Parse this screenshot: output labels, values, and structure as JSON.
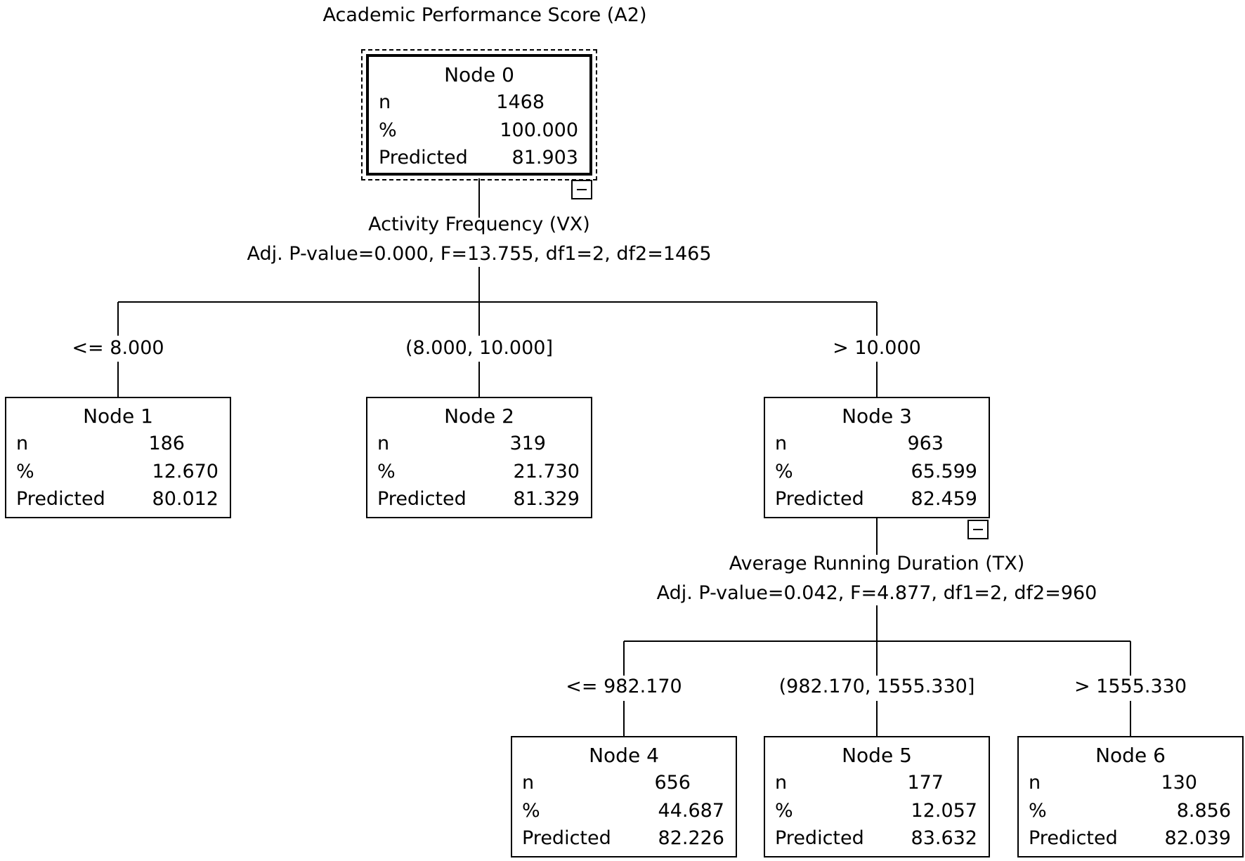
{
  "tree": {
    "target_label": "Academic Performance Score (A2)",
    "row_labels": {
      "n": "n",
      "pct": "%",
      "pred": "Predicted"
    },
    "splits": {
      "root": {
        "variable": "Activity Frequency (VX)",
        "stats": "Adj. P-value=0.000, F=13.755, df1=2, df2=1465",
        "branches": [
          "<= 8.000",
          "(8.000, 10.000]",
          "> 10.000"
        ]
      },
      "node3": {
        "variable": "Average Running Duration (TX)",
        "stats": "Adj. P-value=0.042, F=4.877, df1=2, df2=960",
        "branches": [
          "<= 982.170",
          "(982.170, 1555.330]",
          "> 1555.330"
        ]
      }
    },
    "nodes": [
      {
        "title": "Node 0",
        "n": "1468",
        "pct": "100.000",
        "pred": "81.903"
      },
      {
        "title": "Node 1",
        "n": "186",
        "pct": "12.670",
        "pred": "80.012"
      },
      {
        "title": "Node 2",
        "n": "319",
        "pct": "21.730",
        "pred": "81.329"
      },
      {
        "title": "Node 3",
        "n": "963",
        "pct": "65.599",
        "pred": "82.459"
      },
      {
        "title": "Node 4",
        "n": "656",
        "pct": "44.687",
        "pred": "82.226"
      },
      {
        "title": "Node 5",
        "n": "177",
        "pct": "12.057",
        "pred": "83.632"
      },
      {
        "title": "Node 6",
        "n": "130",
        "pct": "8.856",
        "pred": "82.039"
      }
    ]
  }
}
